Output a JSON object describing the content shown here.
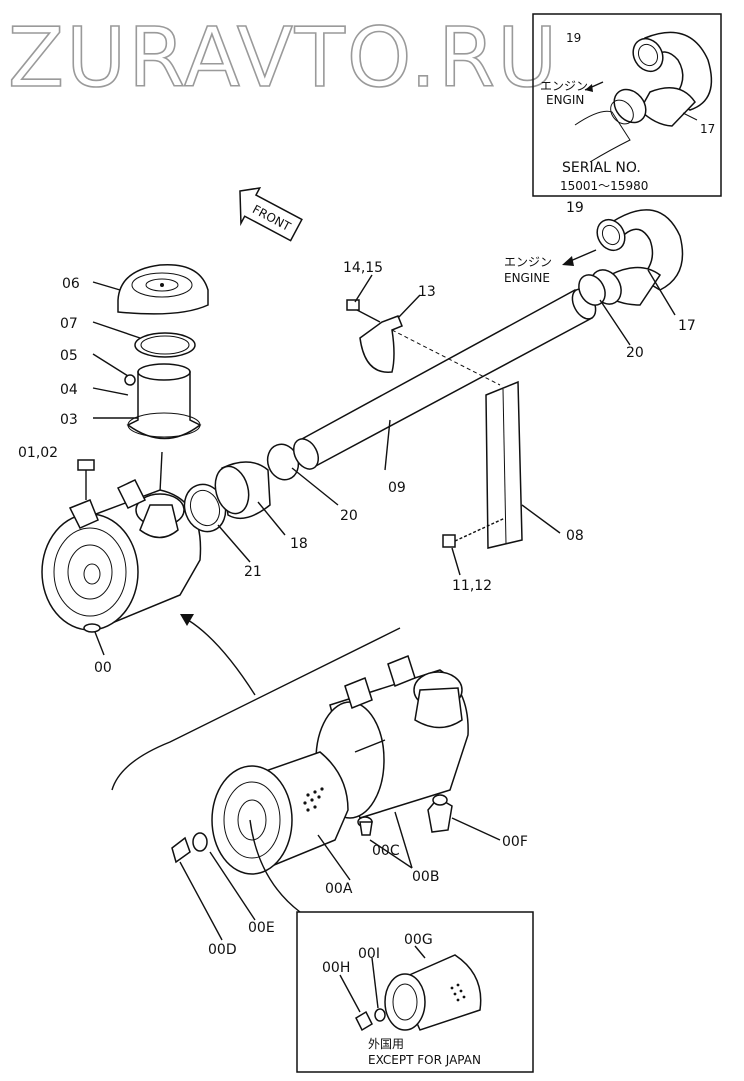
{
  "watermark": "ZURAVTO.RU",
  "inset_top": {
    "engine_label_jp": "エンジン",
    "engine_label": "ENGIN",
    "serial_caption": "SERIAL  NO.",
    "serial_range": "15001～15980",
    "callouts": [
      "19",
      "17"
    ]
  },
  "front_label": "FRONT",
  "engine_arrow": {
    "label_jp": "エンジン",
    "label": "ENGINE"
  },
  "callouts": {
    "c06": "06",
    "c07": "07",
    "c05": "05",
    "c04": "04",
    "c03": "03",
    "c0102": "01,02",
    "c00": "00",
    "c21": "21",
    "c18": "18",
    "c20a": "20",
    "c09": "09",
    "c1415": "14,15",
    "c13": "13",
    "c19": "19",
    "c17": "17",
    "c20b": "20",
    "c08": "08",
    "c1112": "11,12",
    "c00A": "00A",
    "c00B": "00B",
    "c00C": "00C",
    "c00D": "00D",
    "c00E": "00E",
    "c00F": "00F"
  },
  "inset_bottom": {
    "callouts": {
      "c00G": "00G",
      "c00H": "00H",
      "c00I": "00I"
    },
    "caption_jp": "外国用",
    "caption": "EXCEPT  FOR  JAPAN"
  }
}
